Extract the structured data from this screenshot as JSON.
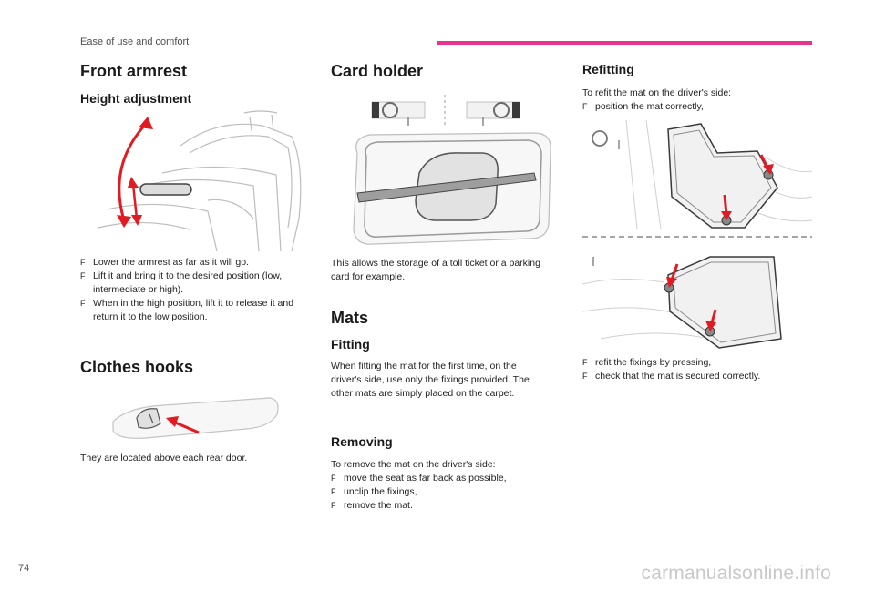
{
  "header": {
    "section": "Ease of use and comfort",
    "accent_color": "#e8348f"
  },
  "page_number": "74",
  "watermark": "carmanualsonline.info",
  "bullet_marker": "F",
  "armrest": {
    "title": "Front armrest",
    "subtitle": "Height adjustment",
    "bullets": [
      "Lower the armrest as far as it will go.",
      "Lift it and bring it to the desired position (low, intermediate or high).",
      "When in the high position, lift it to release it and return it to the low position."
    ]
  },
  "hooks": {
    "title": "Clothes hooks",
    "text": "They are located above each rear door."
  },
  "card_holder": {
    "title": "Card holder",
    "text": "This allows the storage of a toll ticket or a parking card for example."
  },
  "mats": {
    "title": "Mats",
    "fitting_title": "Fitting",
    "fitting_text": "When fitting the mat for the first time, on the driver's side, use only the fixings provided. The other mats are simply placed on the carpet.",
    "removing_title": "Removing",
    "removing_intro": "To remove the mat on the driver's side:",
    "removing_bullets": [
      "move the seat as far back as possible,",
      "unclip the fixings,",
      "remove the mat."
    ]
  },
  "refitting": {
    "title": "Refitting",
    "intro": "To refit the mat on the driver's side:",
    "bullets_top": [
      "position the mat correctly,"
    ],
    "bullets_bottom": [
      "refit the fixings by pressing,",
      "check that the mat is secured correctly."
    ]
  }
}
